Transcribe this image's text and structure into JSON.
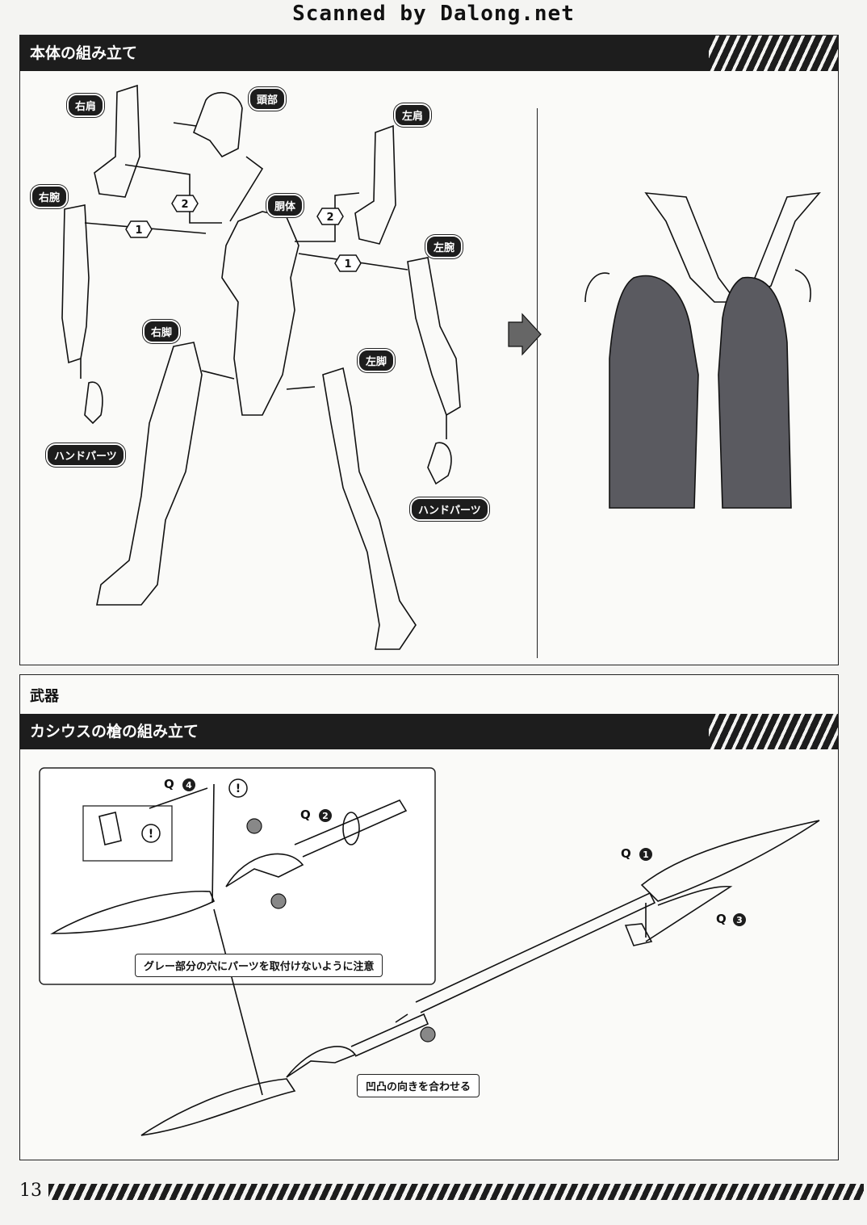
{
  "watermark": "Scanned by Dalong.net",
  "sections": {
    "body_assembly": {
      "title": "本体の組み立て"
    },
    "weapons": {
      "heading": "武器",
      "title": "カシウスの槍の組み立て"
    }
  },
  "labels": {
    "right_shoulder": "右肩",
    "head": "頭部",
    "left_shoulder": "左肩",
    "right_arm": "右腕",
    "torso": "胴体",
    "left_arm": "左腕",
    "right_leg": "右脚",
    "left_leg": "左脚",
    "hand_parts_left_side": "ハンドパーツ",
    "hand_parts_right_side": "ハンドパーツ"
  },
  "steps": {
    "step1": "1",
    "step2": "2"
  },
  "spear": {
    "q4": "Q",
    "q4_num": "4",
    "q2": "Q",
    "q2_num": "2",
    "q1": "Q",
    "q1_num": "1",
    "q3": "Q",
    "q3_num": "3",
    "note_gray_holes": "グレー部分の穴にパーツを取付けないように注意",
    "note_align": "凹凸の向きを合わせる",
    "warning": "!"
  },
  "page_number": "13",
  "colors": {
    "header_bg": "#1d1d1d",
    "leg_shade": "#5a5a60",
    "paper": "#f4f4f2"
  }
}
